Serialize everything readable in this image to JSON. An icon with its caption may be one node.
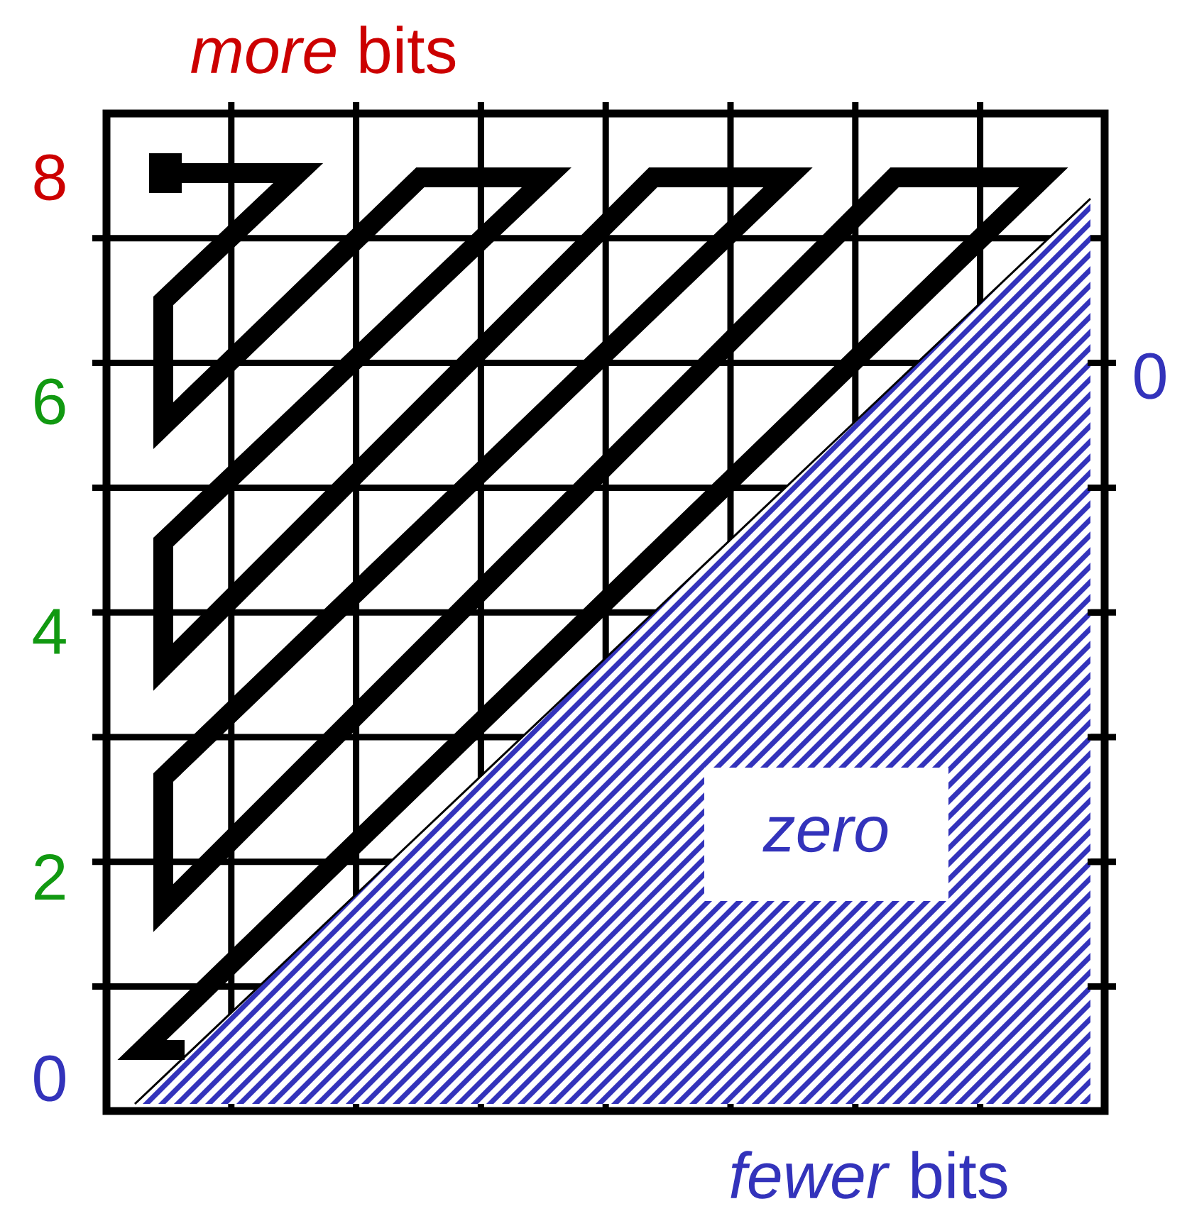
{
  "diagram": {
    "nodes": [
      {
        "text": [
          "zero"
        ]
      }
    ],
    "labels": [
      "*more* bits",
      "8",
      "6",
      "4",
      "2",
      "0",
      "0",
      "*fewer* bits"
    ]
  }
}
